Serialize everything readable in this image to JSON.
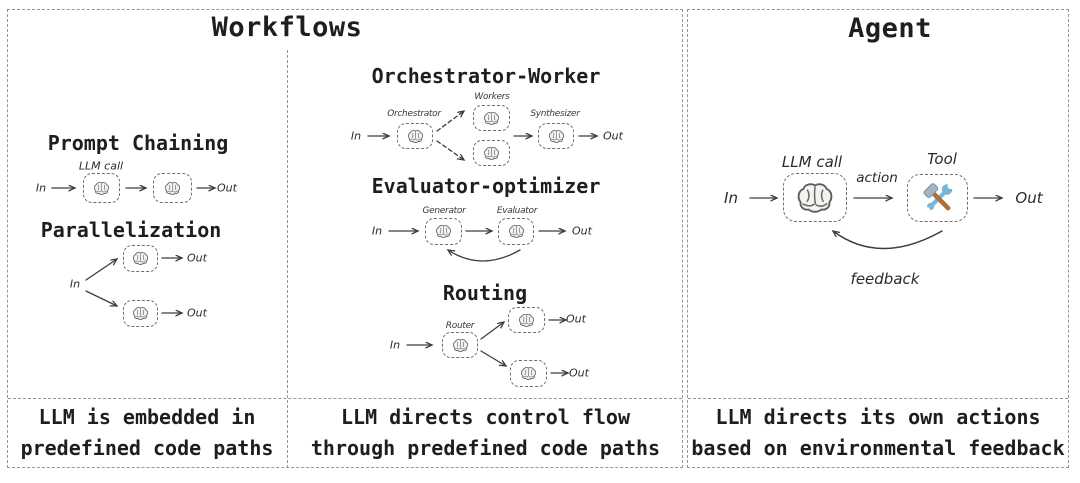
{
  "colors": {
    "background": "#ffffff",
    "panel_border": "#969696",
    "box_border": "#6e6e6e",
    "arrow": "#3d3d3d",
    "text": "#1e1e1e",
    "wrench_blue": "#79b5d9",
    "hammer_brown": "#a8703e"
  },
  "icons": {
    "brain": "brain-doodle",
    "tool": "hammer-and-wrench"
  },
  "workflows": {
    "title": "Workflows",
    "captions": [
      [
        "LLM is embedded in",
        "predefined code paths"
      ],
      [
        "LLM directs control flow",
        "through predefined code paths"
      ]
    ],
    "prompt_chaining": {
      "title": "Prompt Chaining",
      "in": "In",
      "llm_call": "LLM call",
      "out": "Out"
    },
    "parallelization": {
      "title": "Parallelization",
      "in": "In",
      "out_top": "Out",
      "out_bottom": "Out"
    },
    "orchestrator_worker": {
      "title": "Orchestrator-Worker",
      "in": "In",
      "orchestrator": "Orchestrator",
      "workers": "Workers",
      "synthesizer": "Synthesizer",
      "out": "Out"
    },
    "evaluator_optimizer": {
      "title": "Evaluator-optimizer",
      "in": "In",
      "generator": "Generator",
      "evaluator": "Evaluator",
      "out": "Out"
    },
    "routing": {
      "title": "Routing",
      "in": "In",
      "router": "Router",
      "out_top": "Out",
      "out_bottom": "Out"
    }
  },
  "agent": {
    "title": "Agent",
    "caption": [
      "LLM directs its own actions",
      "based on environmental feedback"
    ],
    "in": "In",
    "llm_call": "LLM call",
    "action": "action",
    "tool": "Tool",
    "out": "Out",
    "feedback": "feedback"
  }
}
